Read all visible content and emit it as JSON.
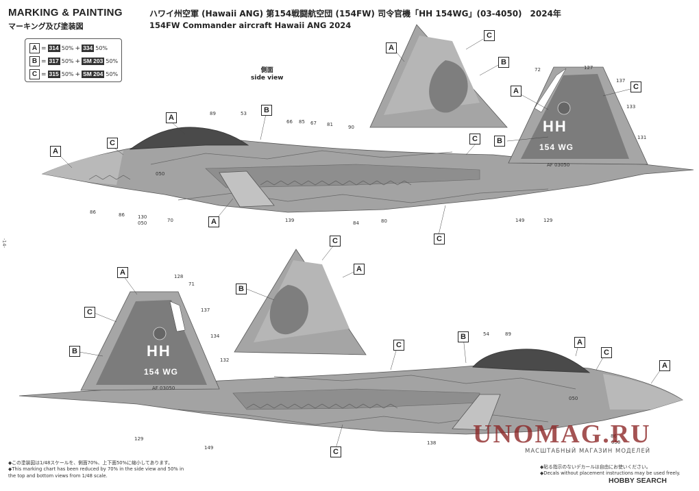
{
  "header": {
    "title": "MARKING & PAINTING",
    "subtitle": "マーキング及び塗装図",
    "jp_line": "ハワイ州空軍 (Hawaii ANG) 第154戦闘航空団 (154FW) 司令官機「HH 154WG」(03-4050)　2024年",
    "en_line": "154FW Commander aircraft Hawaii ANG 2024"
  },
  "legend": [
    {
      "key": "A",
      "eq": "=",
      "c1": "314",
      "p1": "50%",
      "plus": "+",
      "c2": "334",
      "p2": "50%"
    },
    {
      "key": "B",
      "eq": "=",
      "c1": "317",
      "p1": "50%",
      "plus": "+",
      "c2": "SM 203",
      "p2": "50%"
    },
    {
      "key": "C",
      "eq": "=",
      "c1": "315",
      "p1": "50%",
      "plus": "+",
      "c2": "SM 204",
      "p2": "50%"
    }
  ],
  "side_view": {
    "jp": "側面",
    "en": "side view"
  },
  "tail": {
    "code": "HH",
    "unit": "154 WG",
    "serial": "AF 03050"
  },
  "nose_code": "050",
  "area_labels": {
    "a": "A",
    "b": "B",
    "c": "C"
  },
  "numbers": {
    "n127": "127",
    "n72": "72",
    "n137": "137",
    "n133": "133",
    "n131": "131",
    "n129": "129",
    "n89": "89",
    "n53": "53",
    "n66": "66",
    "n85": "85",
    "n67": "67",
    "n81": "81",
    "n90": "90",
    "n86": "86",
    "n130": "130",
    "n050": "050",
    "n70": "70",
    "n139": "139",
    "n84": "84",
    "n80": "80",
    "n149": "149",
    "n128": "128",
    "n71": "71",
    "n134": "134",
    "n132": "132",
    "n54": "54",
    "n138": "138"
  },
  "notes_left": [
    "◆この塗装図は1/48スケールを、側面70%、上下面50%に縮小してあります。",
    "◆This marking chart has been reduced by 70% in the side view and 50% in",
    "  the top and bottom views from 1/48 scale."
  ],
  "notes_right": [
    "◆貼る指示のないデカールは自由にお使いください。",
    "◆Decals without placement instructions may be used freely."
  ],
  "page_number": "-14-",
  "watermark": {
    "main": "UNOMAG.RU",
    "sub": "МАСШТАБНЫЙ МАГАЗИН МОДЕЛЕЙ"
  },
  "footer_logo": "HOBBY SEARCH",
  "colors": {
    "camo_light": "#b8b8b8",
    "camo_mid": "#9a9a9a",
    "camo_dark": "#7d7d7d",
    "canopy": "#4a4a4a",
    "accent_watermark": "#8b2323"
  }
}
